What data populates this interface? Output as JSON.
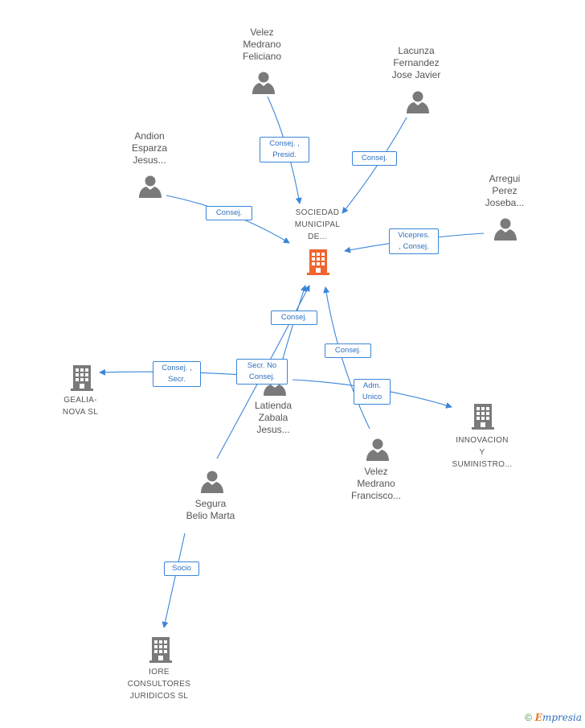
{
  "center": {
    "label": "SOCIEDAD\nMUNICIPAL\nDE...",
    "color": "#f06530"
  },
  "persons": {
    "velez_feliciano": "Velez\nMedrano\nFeliciano",
    "lacunza": "Lacunza\nFernandez\nJose Javier",
    "andion": "Andion\nEsparza\nJesus...",
    "arregui": "Arregui\nPerez\nJoseba...",
    "latienda": "Latienda\nZabala\nJesus...",
    "velez_francisco": "Velez\nMedrano\nFrancisco...",
    "segura": "Segura\nBelio Marta"
  },
  "companies": {
    "gealia": "GEALIA-\nNOVA SL",
    "innovacion": "INNOVACION\nY\nSUMINISTRO...",
    "iore": "IORE\nCONSULTORES\nJURIDICOS SL"
  },
  "edges": {
    "consej_presid": "Consej. ,\nPresid.",
    "consej_lacunza": "Consej.",
    "consej_andion": "Consej.",
    "vicepres": "Vicepres.\n, Consej.",
    "consej_latienda": "Consej.",
    "consej_francisco": "Consej.",
    "consej_secr": "Consej. ,\nSecr.",
    "secr_no_consej": "Secr.  No\nConsej.",
    "adm_unico": "Adm.\nUnico",
    "socio": "Socio"
  },
  "colors": {
    "edge": "#3a86d8",
    "person": "#7a7a7a",
    "company": "#7a7a7a"
  },
  "brand": {
    "symbol": "©",
    "initial": "E",
    "name": "mpresia"
  }
}
